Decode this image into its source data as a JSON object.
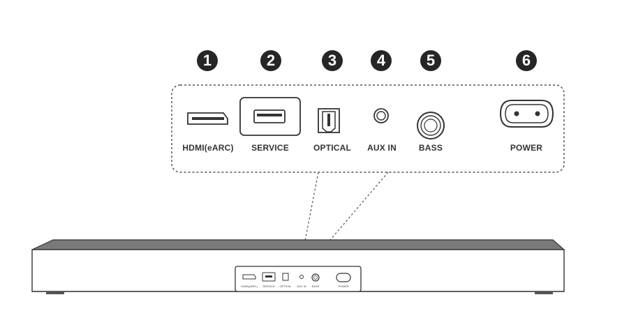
{
  "connectors": [
    {
      "number": "1",
      "label": "HDMI(eARC)",
      "icon": "hdmi-port-icon"
    },
    {
      "number": "2",
      "label": "SERVICE",
      "icon": "usb-port-icon"
    },
    {
      "number": "3",
      "label": "OPTICAL",
      "icon": "optical-port-icon"
    },
    {
      "number": "4",
      "label": "AUX IN",
      "icon": "aux-jack-icon"
    },
    {
      "number": "5",
      "label": "BASS",
      "icon": "bass-jack-icon"
    },
    {
      "number": "6",
      "label": "POWER",
      "icon": "power-socket-icon"
    }
  ],
  "device": {
    "panel_labels": [
      "HDMI(eARC)",
      "SERVICE",
      "OPTICAL",
      "AUX IN",
      "BASS",
      "POWER"
    ]
  },
  "colors": {
    "line": "#333333",
    "badge": "#262626",
    "bar_top": "#7a7a7a",
    "bar_body": "#ffffff"
  }
}
